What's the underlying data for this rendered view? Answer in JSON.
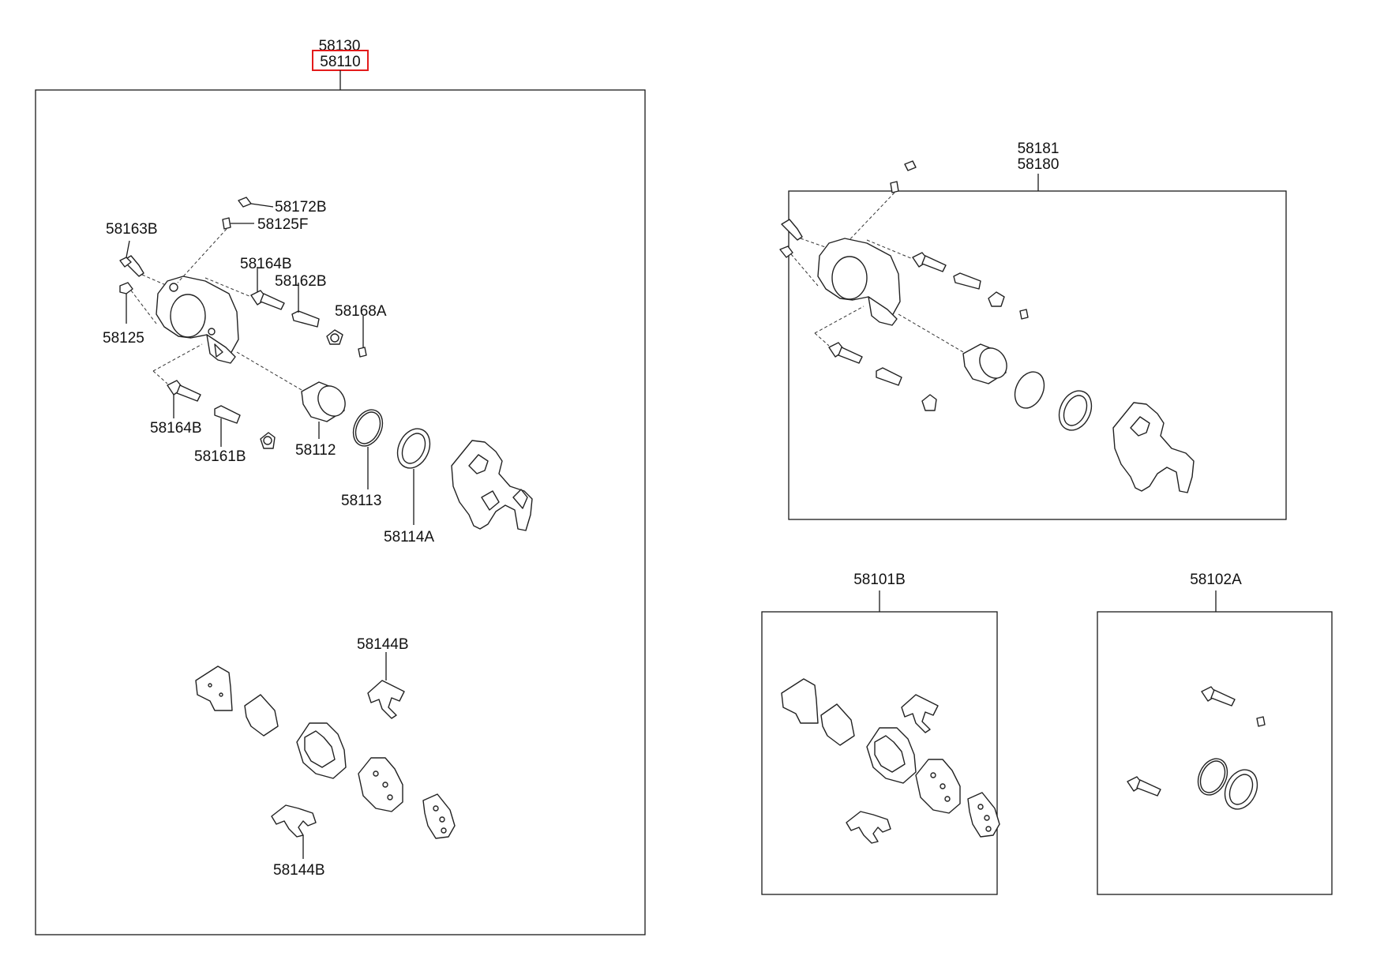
{
  "main_assembly": {
    "top_number": "58130",
    "highlighted_number": "58110"
  },
  "callouts": {
    "p58172B": "58172B",
    "p58125F": "58125F",
    "p58163B": "58163B",
    "p58164B_top": "58164B",
    "p58162B": "58162B",
    "p58168A": "58168A",
    "p58125": "58125",
    "p58164B_bottom": "58164B",
    "p58161B": "58161B",
    "p58112": "58112",
    "p58113": "58113",
    "p58114A": "58114A",
    "p58144B_top": "58144B",
    "p58144B_bottom": "58144B"
  },
  "caliper_kit": {
    "top_number": "58181",
    "bottom_number": "58180"
  },
  "pad_kit": {
    "number": "58101B"
  },
  "seal_kit": {
    "number": "58102A"
  },
  "colors": {
    "highlight": "#e31b1b",
    "line": "#1a1a1a"
  }
}
